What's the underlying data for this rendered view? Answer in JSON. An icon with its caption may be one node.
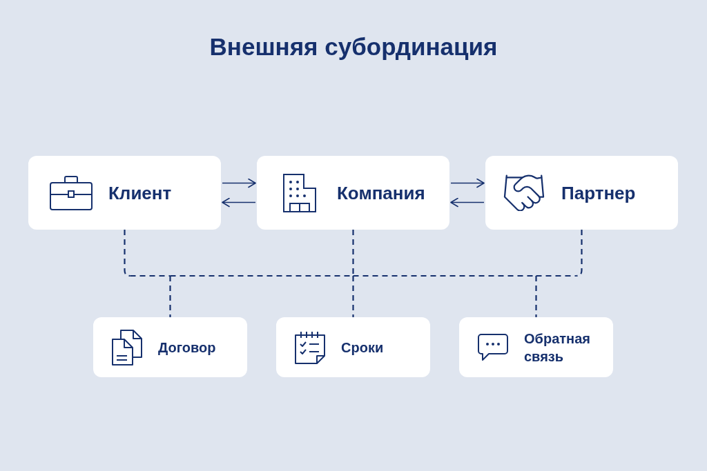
{
  "diagram": {
    "title": "Внешняя субординация",
    "nodes": [
      {
        "text": [
          "Клиент"
        ]
      },
      {
        "text": [
          "Компания"
        ]
      },
      {
        "text": [
          "Партнер"
        ]
      },
      {
        "text": [
          "Договор"
        ]
      },
      {
        "text": [
          "Сроки"
        ]
      },
      {
        "text": [
          "Обратная связь"
        ]
      }
    ],
    "edges": [
      {
        "from": 0,
        "to": 1,
        "arrow": "to"
      },
      {
        "from": 1,
        "to": 0,
        "arrow": "to"
      },
      {
        "from": 1,
        "to": 2,
        "arrow": "to"
      },
      {
        "from": 2,
        "to": 1,
        "arrow": "to"
      },
      {
        "from": 0,
        "to": 3,
        "arrow": "none",
        "style": "dashed"
      },
      {
        "from": 0,
        "to": 4,
        "arrow": "none",
        "style": "dashed"
      },
      {
        "from": 0,
        "to": 5,
        "arrow": "none",
        "style": "dashed"
      },
      {
        "from": 1,
        "to": 3,
        "arrow": "none",
        "style": "dashed"
      },
      {
        "from": 1,
        "to": 4,
        "arrow": "none",
        "style": "dashed"
      },
      {
        "from": 1,
        "to": 5,
        "arrow": "none",
        "style": "dashed"
      },
      {
        "from": 2,
        "to": 3,
        "arrow": "none",
        "style": "dashed"
      },
      {
        "from": 2,
        "to": 4,
        "arrow": "none",
        "style": "dashed"
      },
      {
        "from": 2,
        "to": 5,
        "arrow": "none",
        "style": "dashed"
      }
    ]
  }
}
